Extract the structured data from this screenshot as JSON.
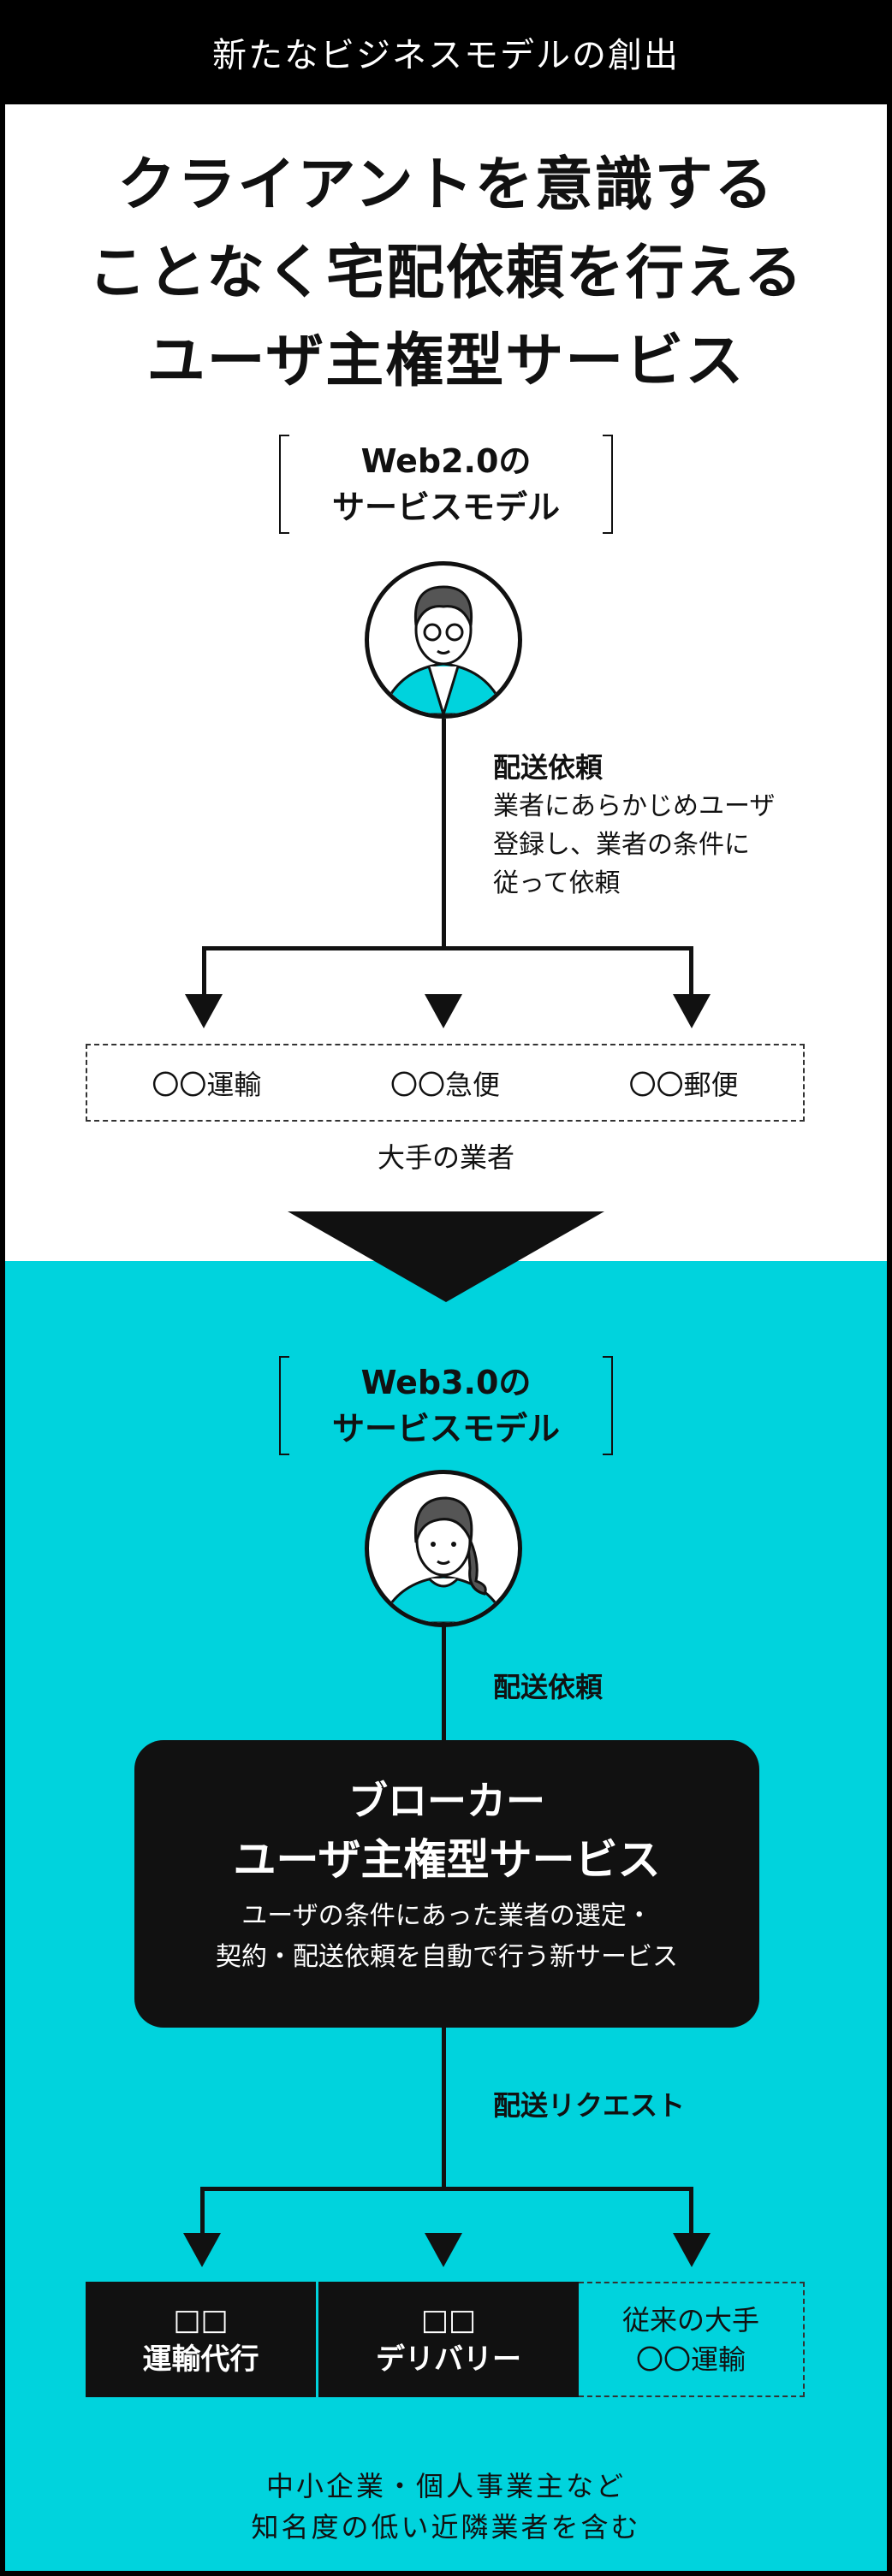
{
  "header": {
    "title": "新たなビジネスモデルの創出"
  },
  "headline": {
    "lines": [
      "クライアントを意識する",
      "ことなく宅配依頼を行える",
      "ユーザ主権型サービス"
    ]
  },
  "web2": {
    "label_line1": "Web2.0の",
    "label_line2": "サービスモデル",
    "request_label": "配送依頼",
    "request_desc": [
      "業者にあらかじめユーザ",
      "登録し、業者の条件に",
      "従って依頼"
    ],
    "carriers": [
      "〇〇運輸",
      "〇〇急便",
      "〇〇郵便"
    ],
    "carriers_caption": "大手の業者"
  },
  "web3": {
    "label_line1": "Web3.0の",
    "label_line2": "サービスモデル",
    "request_label": "配送依頼",
    "broker": {
      "title1": "ブローカー",
      "title2": "ユーザ主権型サービス",
      "desc1": "ユーザの条件にあった業者の選定・",
      "desc2": "契約・配送依頼を自動で行う新サービス"
    },
    "dispatch_label": "配送リクエスト",
    "carriers": [
      {
        "line1": "□□",
        "line2": "運輸代行"
      },
      {
        "line1": "□□",
        "line2": "デリバリー"
      },
      {
        "line1": "従来の大手",
        "line2": "〇〇運輸"
      }
    ],
    "caption1": "中小企業・個人事業主など",
    "caption2": "知名度の低い近隣業者を含む"
  },
  "colors": {
    "accent": "#00d3dd",
    "dark": "#111111"
  }
}
